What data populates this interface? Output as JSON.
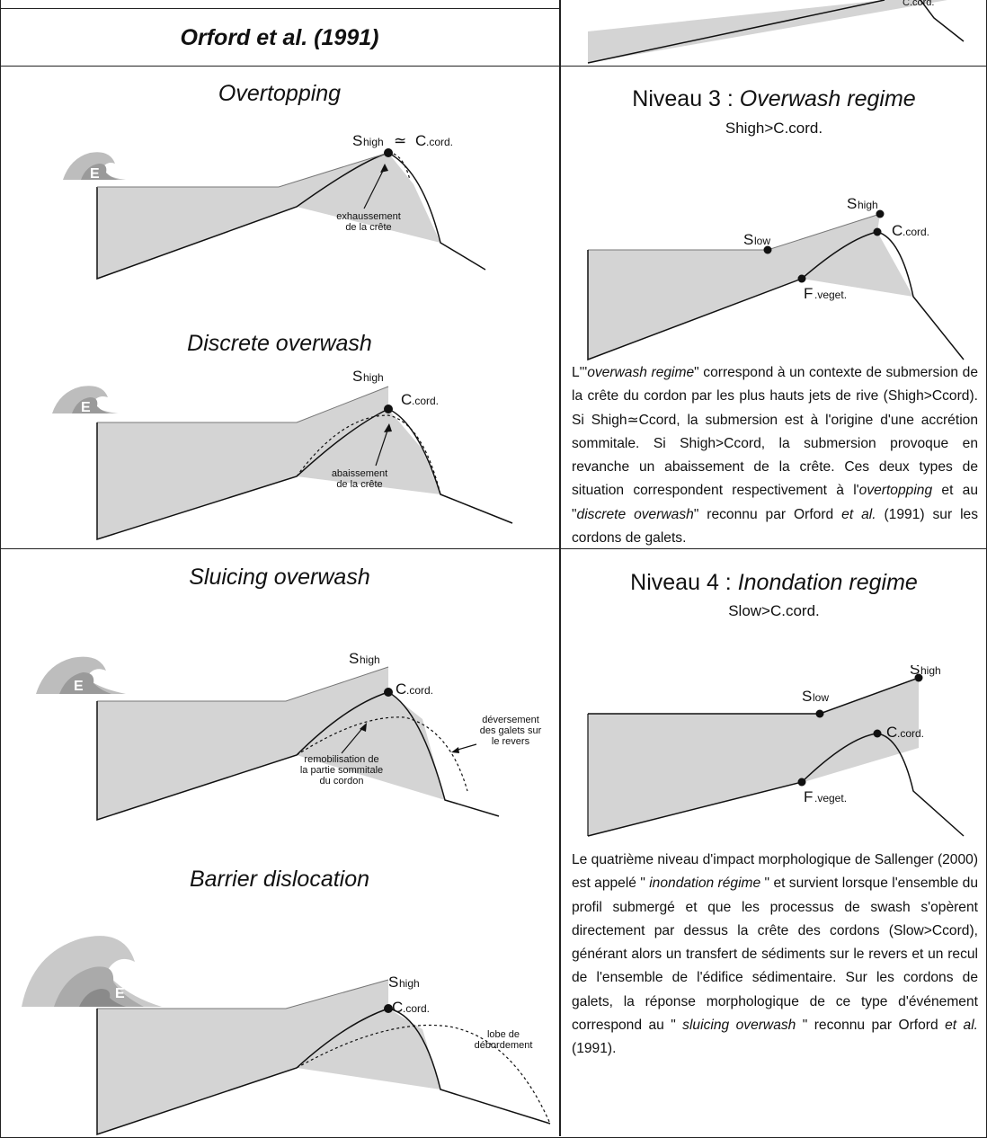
{
  "left": {
    "header": "Orford et al. (1991)",
    "panels": [
      {
        "title": "Overtopping",
        "label_s": "S",
        "label_s_sub": "high",
        "approx": "≃",
        "label_c": "C",
        "label_c_sub": ".cord.",
        "note": [
          "exhaussement",
          "de la crête"
        ],
        "wave_letter": "E"
      },
      {
        "title": "Discrete overwash",
        "label_s": "S",
        "label_s_sub": "high",
        "label_c": "C",
        "label_c_sub": ".cord.",
        "note": [
          "abaissement",
          "de la crête"
        ],
        "wave_letter": "E"
      },
      {
        "title": "Sluicing overwash",
        "label_s": "S",
        "label_s_sub": "high",
        "label_c": "C",
        "label_c_sub": ".cord.",
        "note": [
          "remobilisation de",
          "la partie sommitale",
          "du cordon"
        ],
        "note2": [
          "déversement",
          "des galets sur",
          "le revers"
        ],
        "wave_letter": "E"
      },
      {
        "title": "Barrier dislocation",
        "label_s": "S",
        "label_s_sub": "high",
        "label_c": "C",
        "label_c_sub": ".cord.",
        "note": [
          "lobe de",
          "débordement"
        ],
        "wave_letter": "E"
      }
    ]
  },
  "right": {
    "level3": {
      "prefix": "Niveau 3 : ",
      "title": "Overwash regime",
      "subtitle": "Shigh>C.cord.",
      "labels": {
        "shigh": "S",
        "shigh_sub": "high",
        "slow": "S",
        "slow_sub": "low",
        "ccord": "C",
        "ccord_sub": ".cord.",
        "fveget": "F",
        "fveget_sub": ".veget."
      },
      "paragraph_parts": [
        "L'\"",
        "overwash regime",
        "\" correspond à un contexte de submersion de la crête du cordon par les plus hauts jets de rive (Shigh>Ccord). Si Shigh≃Ccord, la submersion est à l'origine d'une accrétion sommitale. Si Shigh>Ccord, la submersion provoque en revanche un abaissement de la crête. Ces deux types de situation correspondent respectivement à l'",
        "overtopping",
        " et au \"",
        "discrete overwash",
        "\" reconnu par Orford ",
        "et al.",
        " (1991) sur les cordons de galets."
      ]
    },
    "level4": {
      "prefix": "Niveau 4 : ",
      "title": "Inondation regime",
      "subtitle": "Slow>C.cord.",
      "labels": {
        "shigh": "S",
        "shigh_sub": "high",
        "slow": "S",
        "slow_sub": "low",
        "ccord": "C",
        "ccord_sub": ".cord.",
        "fveget": "F",
        "fveget_sub": ".veget."
      },
      "paragraph_parts": [
        "Le quatrième niveau d'impact morphologique de Sallenger (2000) est appelé \" ",
        "inondation régime",
        " \" et survient lorsque l'ensemble du profil submergé et que les processus de swash s'opèrent directement par dessus la crête des cordons (Slow>Ccord), générant alors un transfert de sédiments sur le revers et un recul de l'ensemble de l'édifice sédimentaire.  Sur les cordons de galets, la réponse morphologique de ce type d'événement correspond au \" ",
        "sluicing overwash",
        " \" reconnu par Orford ",
        "et al.",
        " (1991)."
      ]
    },
    "top_fragment": {
      "label": "C.cord."
    }
  }
}
